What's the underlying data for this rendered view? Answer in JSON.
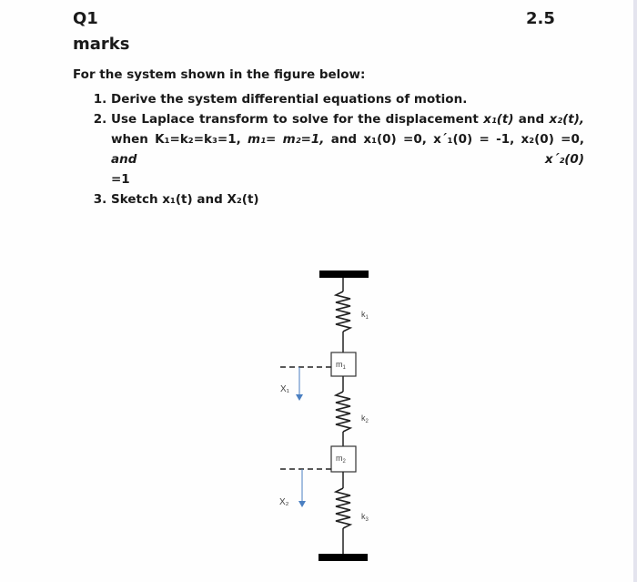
{
  "question": {
    "number": "Q1",
    "marks_value": "2.5",
    "marks_label": "marks"
  },
  "intro": "For the system shown in the figure below:",
  "items": [
    {
      "num": "1.",
      "text": "Derive the system differential equations of motion."
    },
    {
      "num": "2.",
      "line1_a": "Use Laplace transform to solve for the displacement ",
      "x1t": "x₁(t)",
      "and": " and ",
      "x2t": "x₂(t),",
      "line2_a": "when K₁=k₂=k₃=1, ",
      "masses": "m₁= m₂=1,",
      "line2_b": " and x₁(0) =0, x´₁(0) = -1, x₂(0) =0, ",
      "line2_c": "and x´₂(0)",
      "line3": "=1"
    },
    {
      "num": "3.",
      "text_a": "Sketch x₁(t) and X₂(t)"
    }
  ],
  "figure": {
    "springs": [
      "k",
      "k",
      "k"
    ],
    "spring_subs": [
      "1",
      "2",
      "3"
    ],
    "masses": [
      "m",
      "m"
    ],
    "mass_subs": [
      "1",
      "2"
    ],
    "displacements": [
      "X₁",
      "X₂"
    ],
    "arrow_color": "#4a7fc1"
  }
}
